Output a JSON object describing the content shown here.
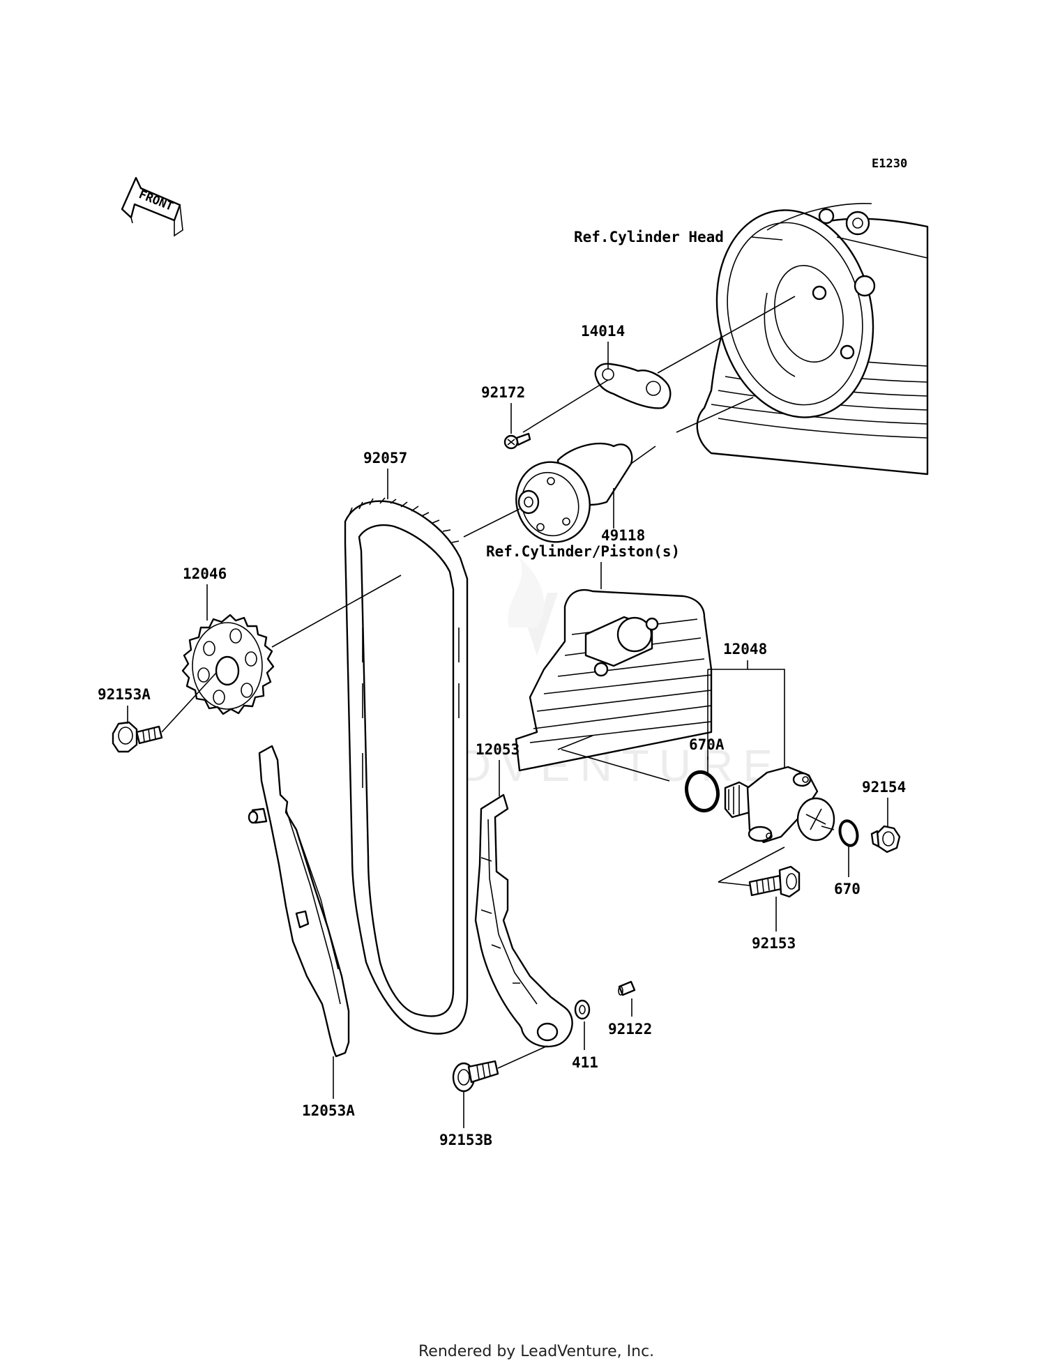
{
  "diagram_code": "E1230",
  "front_label": "FRONT",
  "refs": {
    "cylinder_head": "Ref.Cylinder Head",
    "cylinder_piston": "Ref.Cylinder/Piston(s)"
  },
  "parts": {
    "p14014": "14014",
    "p92172": "92172",
    "p92057": "92057",
    "p49118": "49118",
    "p12046": "12046",
    "p92153A": "92153A",
    "p12048": "12048",
    "p670A": "670A",
    "p12053": "12053",
    "p92154": "92154",
    "p670": "670",
    "p92153": "92153",
    "p92122": "92122",
    "p411": "411",
    "p12053A": "12053A",
    "p92153B": "92153B"
  },
  "watermark": "LEADVENTURE",
  "footer": "Rendered by LeadVenture, Inc."
}
